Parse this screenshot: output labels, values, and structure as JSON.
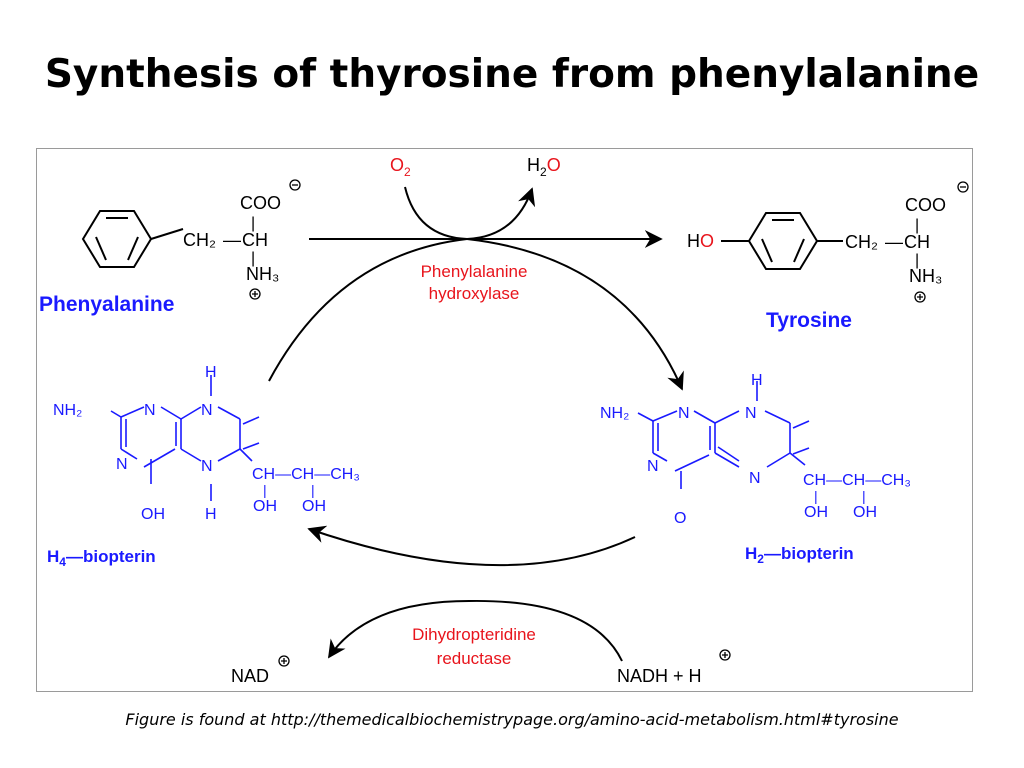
{
  "title": "Synthesis of thyrosine from phenylalanine",
  "caption": "Figure is found at http://themedicalbiochemistrypage.org/amino-acid-metabolism.html#tyrosine",
  "colors": {
    "molecule_black": "#000000",
    "biopterin_blue": "#1a1aff",
    "enzyme_red": "#e8141c",
    "frame_border": "#9a9a9a"
  },
  "reaction_top": {
    "cosubstrate": {
      "main": "O",
      "sub": "2"
    },
    "coproduct": {
      "main1": "H",
      "sub": "2",
      "main2": "O"
    },
    "enzyme": {
      "line1": "Phenylalanine",
      "line2": "hydroxylase"
    }
  },
  "reaction_bottom": {
    "enzyme": {
      "line1": "Dihydropteridine",
      "line2": "reductase"
    },
    "left_product": "NAD",
    "right_substrate": "NADH + H"
  },
  "phenylalanine": {
    "name": "Phenyalanine",
    "ch2": "CH₂",
    "dash": "—",
    "ch": "CH",
    "coo": "COO",
    "nh3": "NH₃",
    "bar": "|"
  },
  "tyrosine": {
    "name": "Tyrosine",
    "ho_h": "H",
    "ho_o": "O",
    "ch2": "CH₂",
    "dash": "—",
    "ch": "CH",
    "coo": "COO",
    "nh3": "NH₃",
    "bar": "|"
  },
  "h4_biopterin": {
    "name_prefix": "H",
    "name_sub": "4",
    "name_suffix": "—biopterin",
    "h": "H",
    "nh2": "NH₂",
    "n": "N",
    "oh": "OH",
    "side_chain": "CH—CH—CH₃",
    "bar": "|"
  },
  "h2_biopterin": {
    "name_prefix": "H",
    "name_sub": "2",
    "name_suffix": "—biopterin",
    "h": "H",
    "nh2": "NH₂",
    "n": "N",
    "o": "O",
    "oh": "OH",
    "side_chain": "CH—CH—CH₃",
    "bar": "|"
  },
  "icons": {
    "negative_charge": "circled-minus-icon",
    "positive_charge": "circled-plus-icon"
  }
}
